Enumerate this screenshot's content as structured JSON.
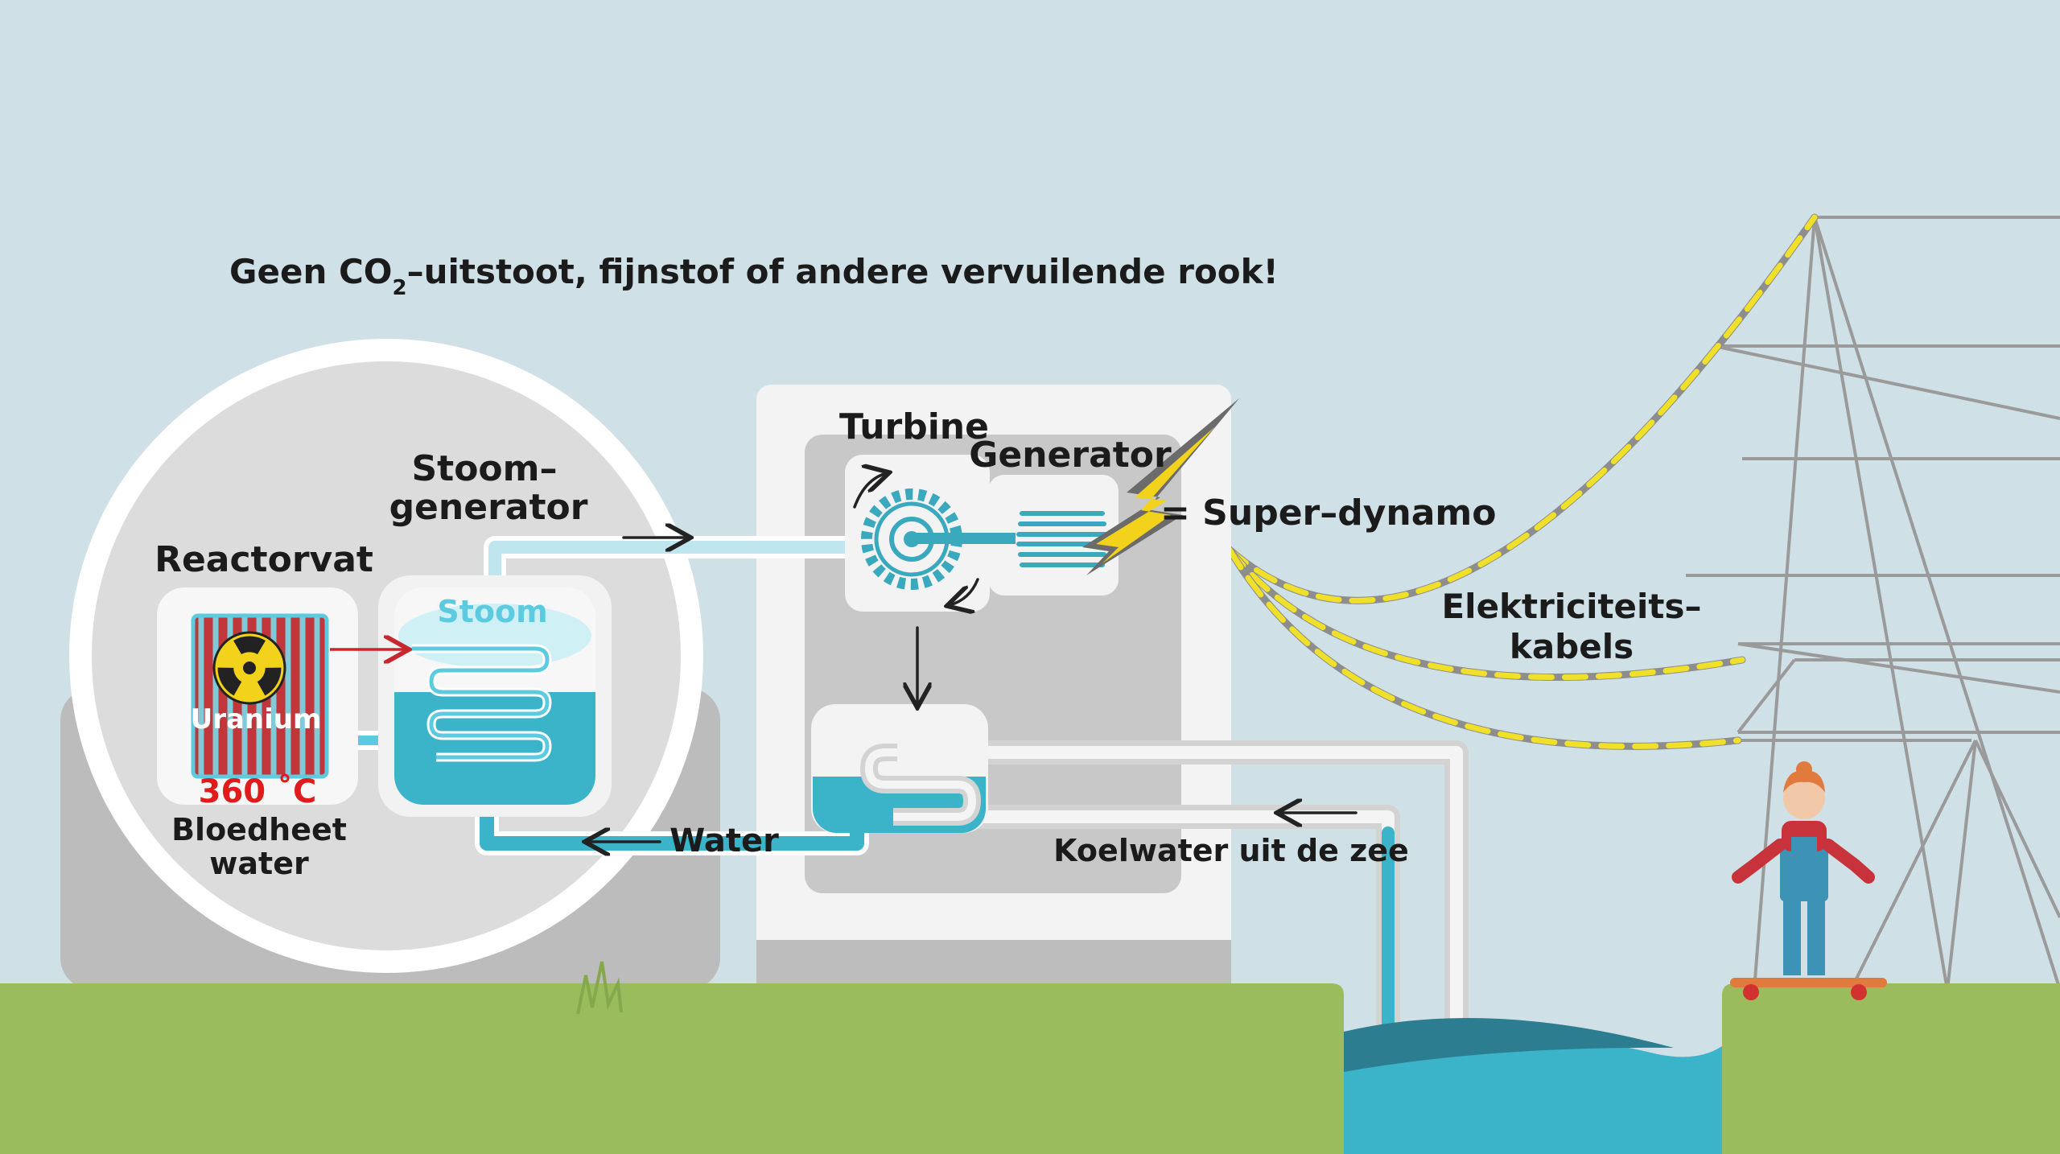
{
  "headline": {
    "prefix": "Geen CO",
    "subscript": "2",
    "suffix": "–uitstoot, fijnstof of andere vervuilende rook!"
  },
  "labels": {
    "reactorvat": "Reactorvat",
    "uranium": "Uranium",
    "temperature": "360 ˚C",
    "bloedheet_line1": "Bloedheet",
    "bloedheet_line2": "water",
    "stoomgenerator_line1": "Stoom–",
    "stoomgenerator_line2": "generator",
    "stoom": "Stoom",
    "turbine": "Turbine",
    "generator": "Generator",
    "super_dynamo": "= Super–dynamo",
    "water": "Water",
    "koelwater": "Koelwater uit de zee",
    "kabels_line1": "Elektriciteits–",
    "kabels_line2": "kabels"
  },
  "icons": {
    "radiation": "radiation-icon",
    "lightning": "lightning-icon"
  },
  "colors": {
    "sky": "#cfe0e6",
    "grass": "#9bbc5d",
    "water": "#3bb3c9",
    "steam": "#c8eef5",
    "pipe": "#e6e6e6",
    "reactor_red": "#c0363a",
    "temperature_text": "#e01b1b",
    "radiation_yellow": "#f2d21b",
    "cable_yellow": "#f0e02a",
    "building_grey": "#c9c9c9"
  }
}
